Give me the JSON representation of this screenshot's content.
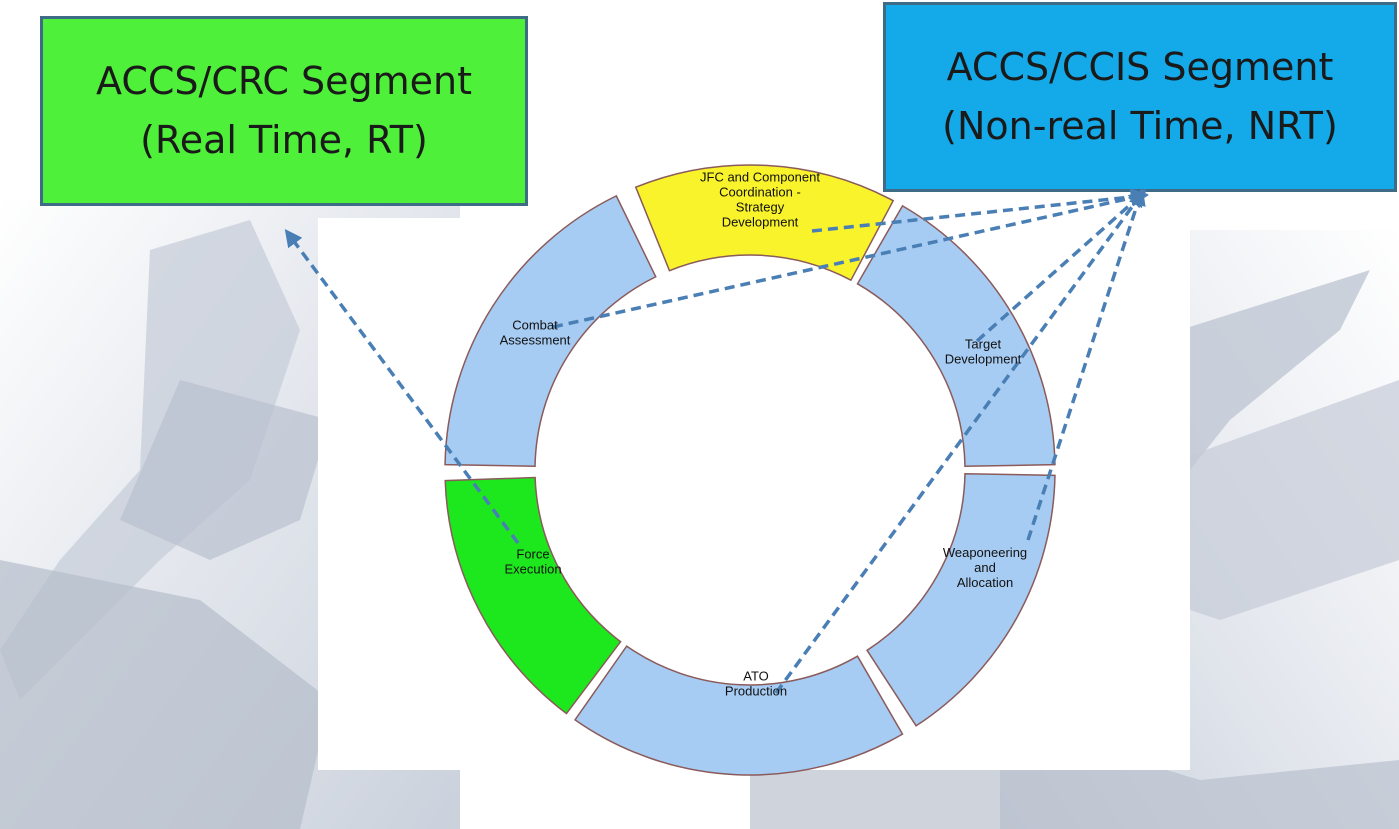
{
  "segments": {
    "real_time": {
      "line1": "ACCS/CRC Segment",
      "line2": "(Real Time, RT)",
      "color": "#4ff03a"
    },
    "non_real_time": {
      "line1": "ACCS/CCIS Segment",
      "line2": "(Non-real Time, NRT)",
      "color": "#14aaea"
    }
  },
  "cycle": {
    "phases": [
      {
        "id": "jfc",
        "lines": [
          "JFC and Component",
          "Coordination -",
          "Strategy",
          "Development"
        ],
        "color": "#f8f32a",
        "segment": "non_real_time"
      },
      {
        "id": "target",
        "lines": [
          "Target",
          "Development"
        ],
        "color": "#a7ccf3",
        "segment": "non_real_time"
      },
      {
        "id": "weaponeering",
        "lines": [
          "Weaponeering",
          "and",
          "Allocation"
        ],
        "color": "#a7ccf3",
        "segment": "non_real_time"
      },
      {
        "id": "ato",
        "lines": [
          "ATO",
          "Production"
        ],
        "color": "#a7ccf3",
        "segment": "non_real_time"
      },
      {
        "id": "force",
        "lines": [
          "Force",
          "Execution"
        ],
        "color": "#1de81d",
        "segment": "real_time"
      },
      {
        "id": "combat",
        "lines": [
          "Combat",
          "Assessment"
        ],
        "color": "#a7ccf3",
        "segment": "non_real_time"
      }
    ]
  },
  "colors": {
    "connector": "#4a7fb5",
    "box_border": "#3e6b86",
    "segment_border": "#8b5a5a"
  }
}
